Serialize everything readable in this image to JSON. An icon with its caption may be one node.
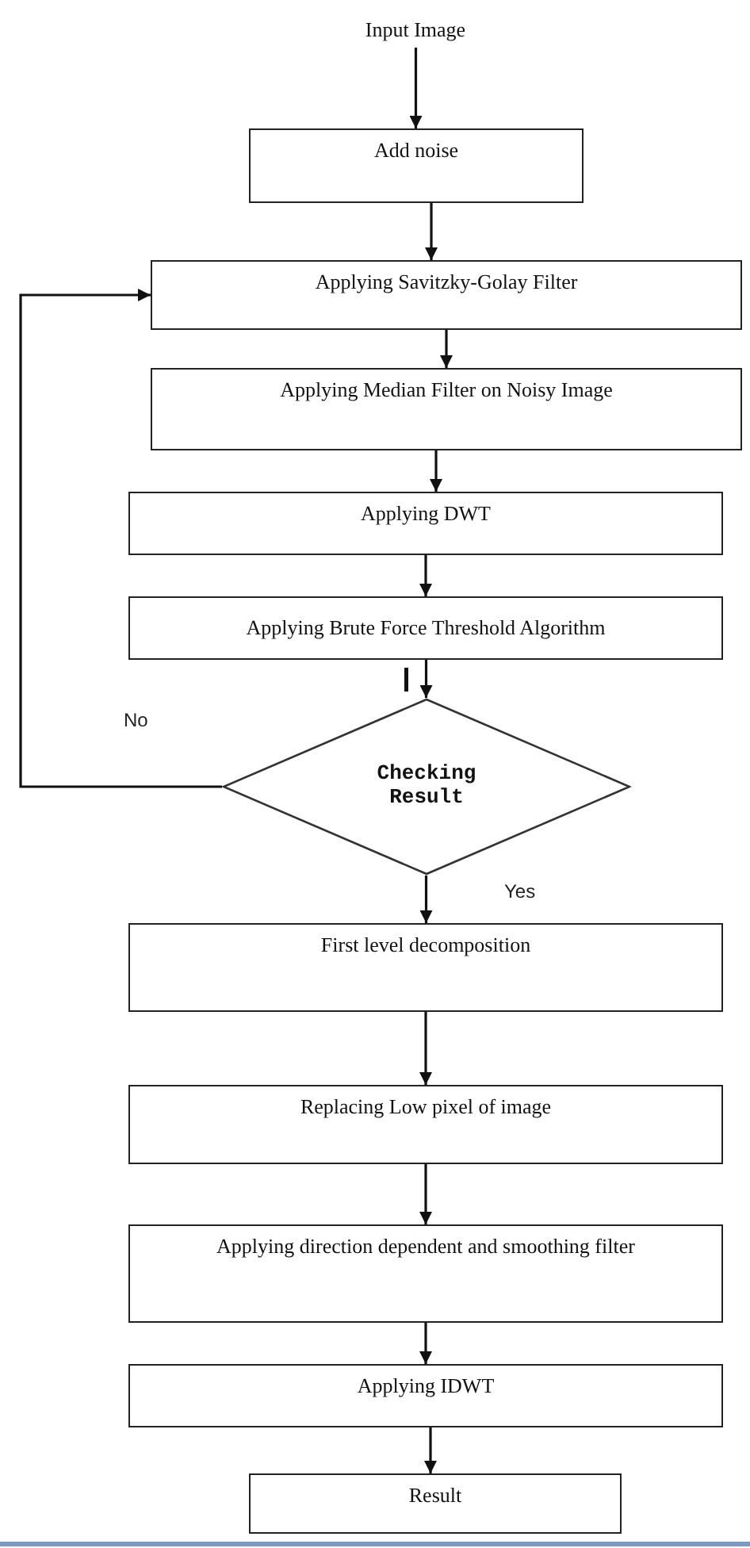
{
  "diagram": {
    "nodes": [
      {
        "text": [
          "Input Image"
        ]
      },
      {
        "text": [
          "Add noise"
        ]
      },
      {
        "text": [
          "Applying Savitzky-Golay Filter"
        ]
      },
      {
        "text": [
          "Applying Median Filter on Noisy Image"
        ]
      },
      {
        "text": [
          "Applying DWT"
        ]
      },
      {
        "text": [
          "Applying Brute Force Threshold Algorithm"
        ]
      },
      {
        "text": [
          "Checking Result"
        ]
      },
      {
        "text": [
          "First level decomposition"
        ]
      },
      {
        "text": [
          "Replacing Low pixel of image"
        ]
      },
      {
        "text": [
          "Applying direction dependent and smoothing filter"
        ]
      },
      {
        "text": [
          "Applying IDWT"
        ]
      },
      {
        "text": [
          "Result"
        ]
      }
    ],
    "edges": [
      {
        "from": 0,
        "to": 1,
        "arrow": "to"
      },
      {
        "from": 1,
        "to": 2,
        "arrow": "to"
      },
      {
        "from": 2,
        "to": 3,
        "arrow": "to"
      },
      {
        "from": 3,
        "to": 4,
        "arrow": "to"
      },
      {
        "from": 4,
        "to": 5,
        "arrow": "to"
      },
      {
        "from": 5,
        "to": 6,
        "arrow": "to"
      },
      {
        "from": 6,
        "to": 7,
        "label": "Yes",
        "arrow": "to"
      },
      {
        "from": 6,
        "to": 2,
        "label": "No",
        "arrow": "to"
      },
      {
        "from": 7,
        "to": 8,
        "arrow": "to"
      },
      {
        "from": 8,
        "to": 9,
        "arrow": "to"
      },
      {
        "from": 9,
        "to": 10,
        "arrow": "to"
      },
      {
        "from": 10,
        "to": 11,
        "arrow": "to"
      }
    ]
  }
}
